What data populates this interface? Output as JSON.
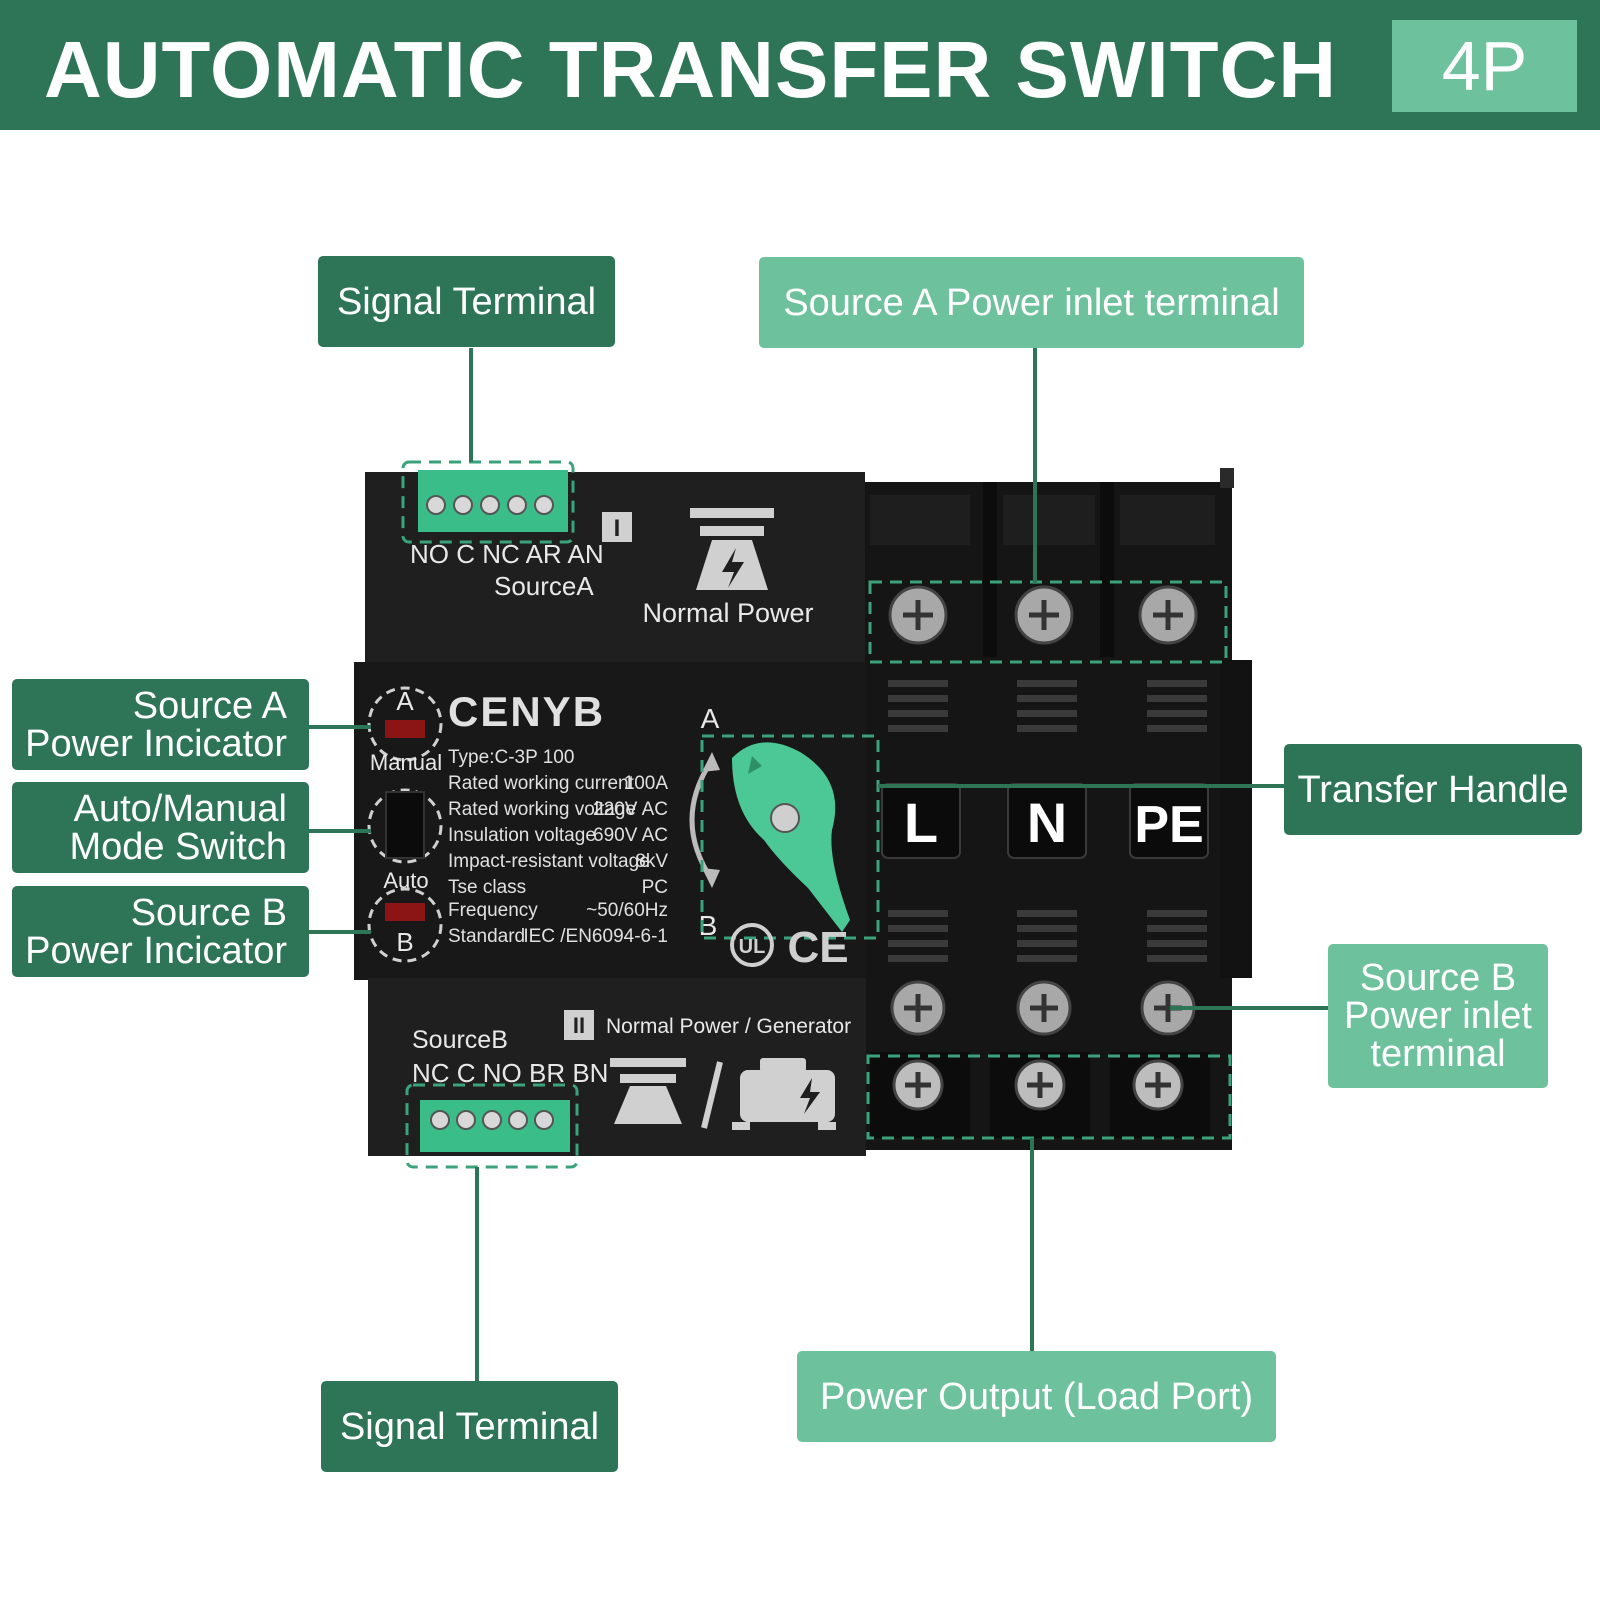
{
  "header": {
    "title": "AUTOMATIC TRANSFER SWITCH",
    "badge": "4P"
  },
  "callouts": {
    "signal_terminal_top": "Signal Terminal",
    "source_a_inlet": "Source A Power inlet terminal",
    "source_a_indicator": "Source A\nPower Incicator",
    "auto_manual_switch": "Auto/Manual\nMode Switch",
    "source_b_indicator": "Source B\nPower Incicator",
    "transfer_handle": "Transfer Handle",
    "source_b_inlet": "Source B\nPower inlet\nterminal",
    "signal_terminal_bottom": "Signal Terminal",
    "power_output": "Power Output (Load Port)"
  },
  "device": {
    "top_terminal_labels": "NO C NC AR AN",
    "source_a_text": "SourceA",
    "section_i": "I",
    "normal_power": "Normal Power",
    "brand": "CENYB",
    "indicator_a": "A",
    "indicator_b": "B",
    "mode_manual": "Manual",
    "mode_auto": "Auto",
    "handle_pos_a": "A",
    "handle_pos_b": "B",
    "specs": [
      {
        "name": "Type:C-3P 100",
        "value": ""
      },
      {
        "name": "Rated working current",
        "value": "100A"
      },
      {
        "name": "Rated working voltage",
        "value": "220V AC"
      },
      {
        "name": "Insulation voltage",
        "value": "690V AC"
      },
      {
        "name": "Impact-resistant voltage",
        "value": "8kV"
      },
      {
        "name": "Tse class",
        "value": "PC"
      },
      {
        "name": "Frequency",
        "value": "~50/60Hz"
      },
      {
        "name": "Standard",
        "value": "IEC /EN6094-6-1"
      }
    ],
    "poles": [
      "L",
      "N",
      "PE"
    ],
    "section_ii": "II",
    "normal_generator": "Normal Power /  Generator",
    "source_b_text": "SourceB",
    "bottom_terminal_labels": "NC C NO BR BN",
    "cert_ul": "UL",
    "cert_ce": "CE"
  },
  "colors": {
    "dark_green": "#2e7558",
    "light_green": "#6ec19d",
    "terminal_green": "#3bbd8a",
    "handle_green": "#4cc796",
    "device_body": "#1c1c1c"
  }
}
